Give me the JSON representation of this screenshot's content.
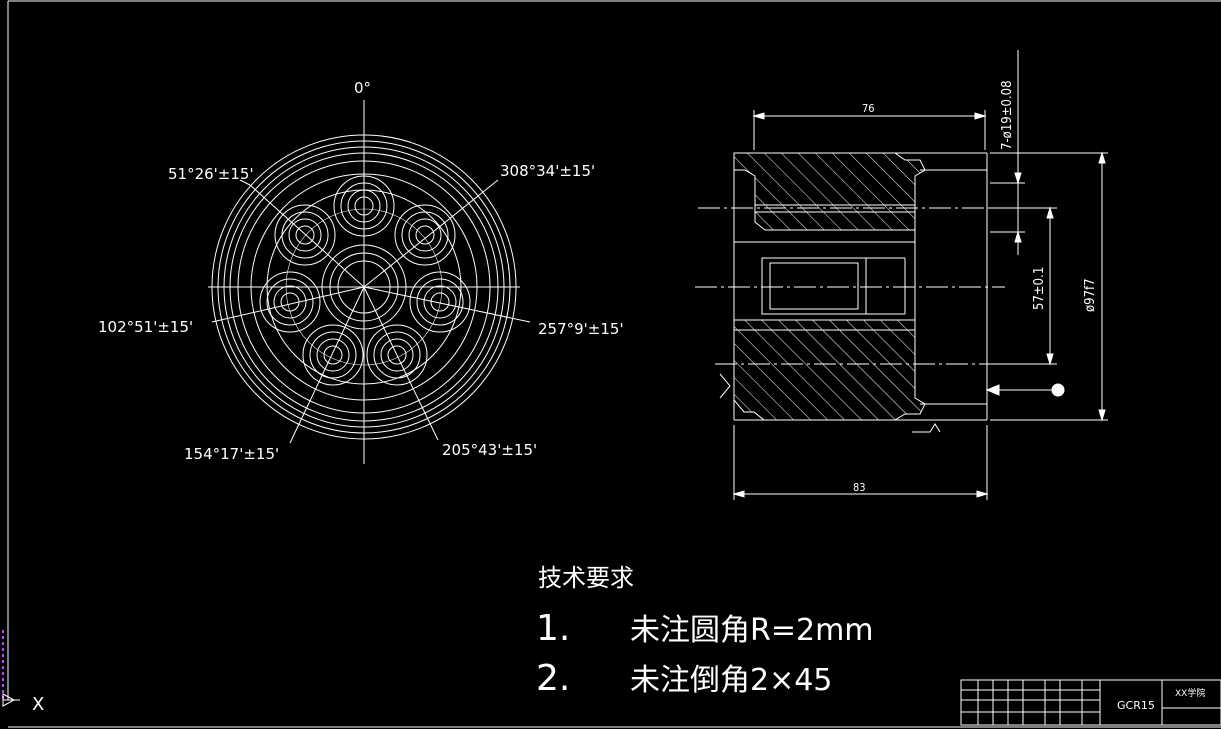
{
  "front_view": {
    "angle_top": "0°",
    "angles": [
      "51°26'±15'",
      "308°34'±15'",
      "102°51'±15'",
      "257°9'±15'",
      "154°17'±15'",
      "205°43'±15'"
    ]
  },
  "section_view": {
    "dim_top": "76",
    "dim_bottom": "83",
    "dim_holes": "7-ø19±0.08",
    "dim_inner": "57±0.1",
    "dim_outer": "ø97f7"
  },
  "requirements": {
    "title": "技术要求",
    "item1_num": "1.",
    "item1_text": "未注圆角R=2mm",
    "item2_num": "2.",
    "item2_text": "未注倒角2×45"
  },
  "title_block": {
    "material": "GCR15",
    "school": "XX学院"
  },
  "ucs": {
    "axis_x": "X"
  },
  "colors": {
    "background": "#000000",
    "lines": "#ffffff",
    "hatch": "#ffffff",
    "ucs_marker": "#c040ff"
  }
}
